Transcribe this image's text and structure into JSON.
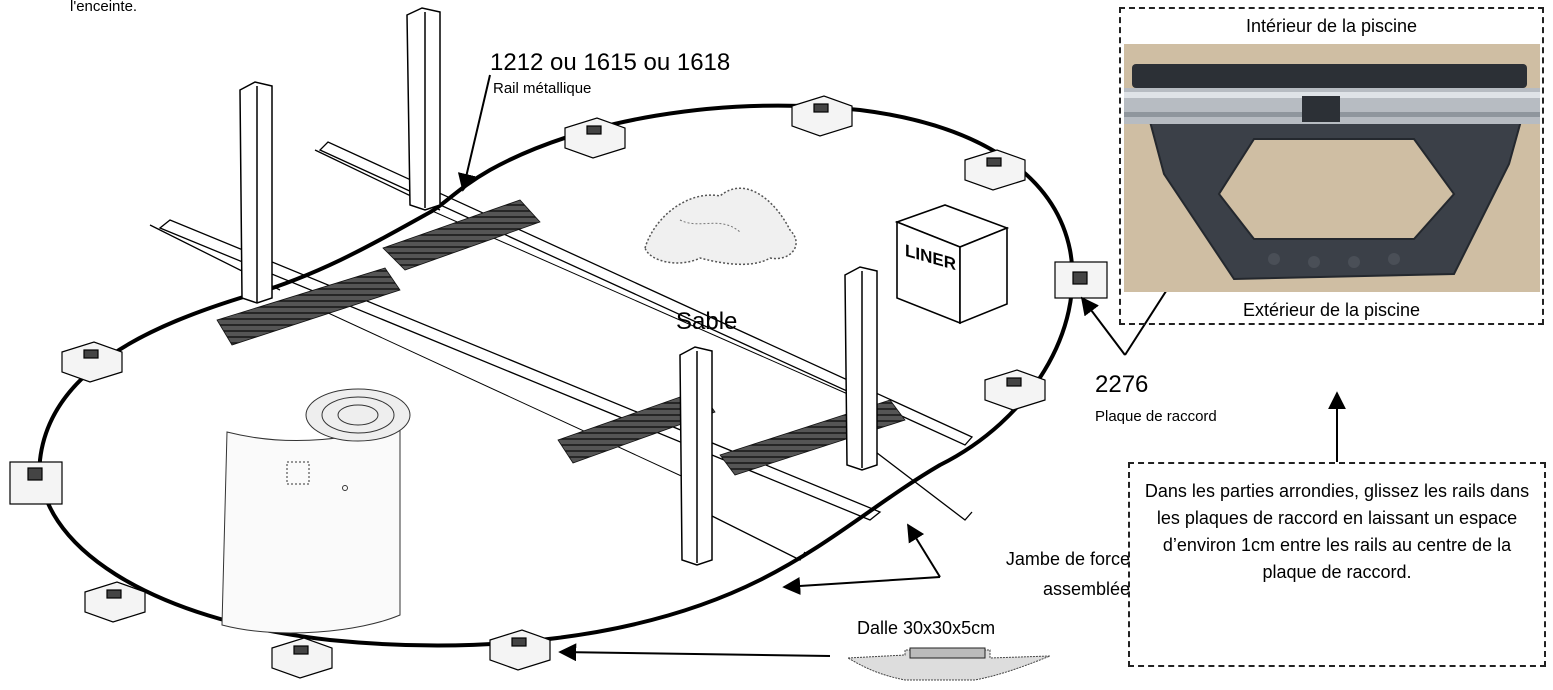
{
  "top_note": "l'enceinte.",
  "rail": {
    "code": "1212 ou 1615 ou 1618",
    "name": "Rail métallique"
  },
  "sand_label": "Sable",
  "liner_label": "LINER",
  "plate": {
    "code": "2276",
    "name": "Plaque de raccord"
  },
  "strut_label": "Jambe de force assemblée",
  "slab_label": "Dalle 30x30x5cm",
  "photo_box": {
    "top_label": "Intérieur de la piscine",
    "bottom_label": "Extérieur de la piscine"
  },
  "instruction": "Dans les parties arrondies, glissez les rails dans les plaques de raccord en laissant un espace d’environ 1cm entre les rails au centre de la plaque de raccord.",
  "colors": {
    "line": "#000000",
    "photo_bg": "#cdbb9f",
    "plate_dark": "#3b4048",
    "rail_metal": "#b7bcc2"
  }
}
